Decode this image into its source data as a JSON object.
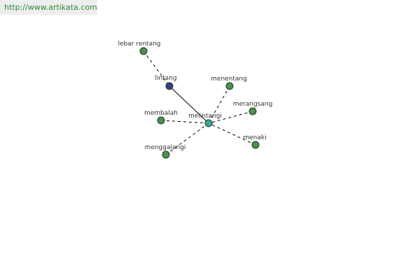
{
  "source_url": "http://www.artikata.com",
  "colors": {
    "url_text": "#2e8b2e",
    "url_bg": "#eeeeee",
    "leaf_node": "#4e8f4e",
    "center_node": "#3aa7a0",
    "hub_node": "#3b3b8f",
    "node_stroke": "#1f3a1f",
    "edge": "#000000"
  },
  "graph": {
    "center": "melintangi",
    "nodes": [
      {
        "id": "melintangi",
        "label": "melintangi",
        "kind": "center"
      },
      {
        "id": "lintang",
        "label": "lintang",
        "kind": "hub"
      },
      {
        "id": "lebar_rentang",
        "label": "lebar rentang",
        "kind": "leaf"
      },
      {
        "id": "menentang",
        "label": "menentang",
        "kind": "leaf"
      },
      {
        "id": "merangsang",
        "label": "merangsang",
        "kind": "leaf"
      },
      {
        "id": "membalah",
        "label": "membalah",
        "kind": "leaf"
      },
      {
        "id": "menaki",
        "label": "menaki",
        "kind": "leaf"
      },
      {
        "id": "menggalangi",
        "label": "menggalangi",
        "kind": "leaf"
      }
    ],
    "edges": [
      {
        "from": "lintang",
        "to": "melintangi",
        "style": "solid"
      },
      {
        "from": "lebar_rentang",
        "to": "lintang",
        "style": "dashed"
      },
      {
        "from": "menentang",
        "to": "melintangi",
        "style": "dashed"
      },
      {
        "from": "merangsang",
        "to": "melintangi",
        "style": "dashed"
      },
      {
        "from": "membalah",
        "to": "melintangi",
        "style": "dashed"
      },
      {
        "from": "menaki",
        "to": "melintangi",
        "style": "dashed"
      },
      {
        "from": "menggalangi",
        "to": "melintangi",
        "style": "dashed"
      }
    ]
  }
}
